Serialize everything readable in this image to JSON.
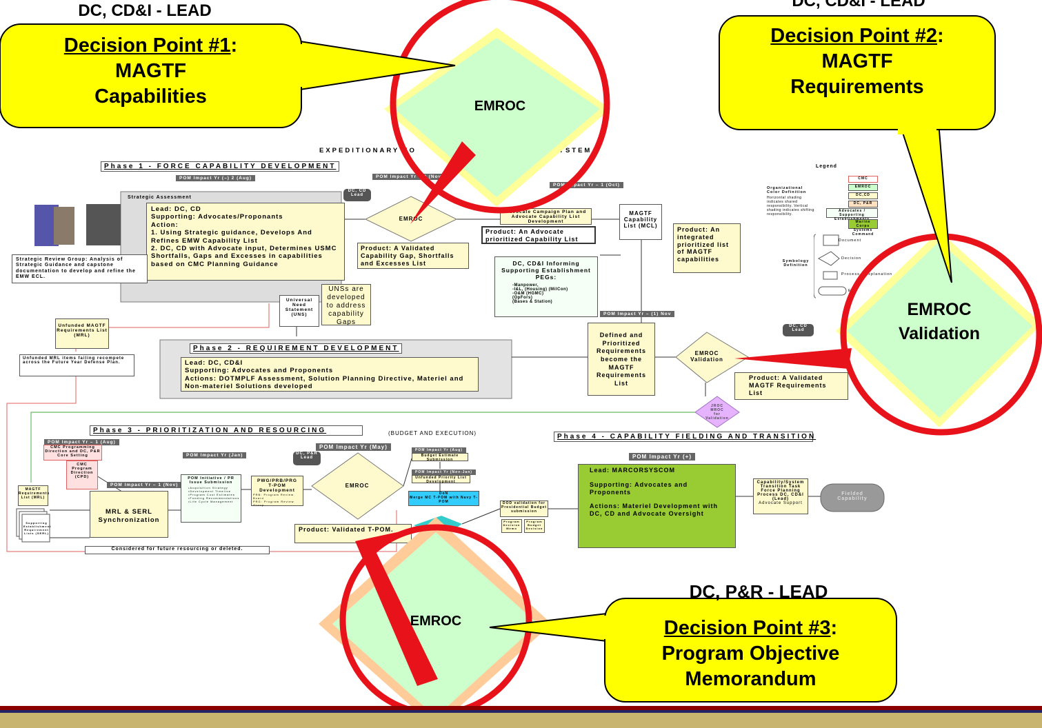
{
  "callouts": {
    "dp1": {
      "lead": "DC, CD&I - LEAD",
      "title": "Decision Point #1",
      "colon": ":",
      "line1": "MAGTF",
      "line2": "Capabilities"
    },
    "dp2": {
      "lead": "DC, CD&I - LEAD",
      "title": "Decision Point #2",
      "colon": ":",
      "line1": "MAGTF",
      "line2": "Requirements"
    },
    "dp3": {
      "lead": "DC, P&R - LEAD",
      "title": "Decision Point #3",
      "colon": ":",
      "line1": "Program Objective",
      "line2": "Memorandum"
    }
  },
  "big_diamonds": {
    "top": "EMROC",
    "right_l1": "EMROC",
    "right_l2": "Validation",
    "bottom": "EMROC"
  },
  "chart_title": "EXPEDITIONARY FO                                   SYSTEM",
  "phase1": {
    "title": "Phase 1 - FORCE CAPABILITY DEVELOPMENT",
    "pom_aug": "POM Impact Yr (–) 2 (Aug)",
    "pom_nov": "POM Impact Yr – 2 (Nov",
    "pom_oct": "POM Impact Yr – 1 (Oct)",
    "strategic_assessment": "Strategic Assessment",
    "lead_text": "Lead:  DC, CD\nSupporting:  Advocates/Proponants\nAction:\n1.  Using Strategic guidance, Develops And Refines EMW Capability List\n2.  DC, CD with Advocate input, Determines USMC Shortfalls, Gaps and Excesses in capabilities based on CMC Planning Guidance",
    "review_group": "Strategic Review Group: Analysis of Strategic Guidance and capstone documentation to develop and refine the EMW ECL.",
    "dc_cd_lead": "DC, CD\nLead",
    "emroc": "EMROC",
    "product_gap": "Product:  A Validated Capability Gap, Shortfalls and Excesses List",
    "advocate_campaign": "Advocate Campaign Plan and Advocate Capability List Development",
    "product_advocate": "Product:  An Advocate prioritized Capability List",
    "mcl": "MAGTF\nCapability\nList (MCL)",
    "product_integrated": "Product:  An integrated prioritized list of MAGTF capabilities",
    "informing_title": "DC, CD&I Informing Supporting Establishment PEGs:",
    "informing_list": "-Manpower,\n-I&L, (Housing) (MilCon)\n-O&M  (HGMC)\n(OpFors)\n(Bases & Station)",
    "uns": "Universal\nNeed\nStatement\n(UNS)",
    "uns_note": "UNSs are developed to address capability Gaps",
    "unfunded": "Unfunded MAGTF Requirements List (MRL)",
    "unfunded_note": "Unfunded MRL items failing recompete across the Future Year Defense Plan."
  },
  "phase2": {
    "title": "Phase 2 - REQUIREMENT DEVELOPMENT",
    "text": "Lead:  DC, CD&I\nSupporting:  Advocates and Proponents\nActions:  DOTMPLF Assessment, Solution Planning Directive, Materiel and Non-materiel Solutions developed",
    "pom_nov": "POM Impact Yr – (1) Nov",
    "defined": "Defined and Prioritized Requirements become the MAGTF Requirements List",
    "emroc_val": "EMROC\nValidation",
    "dc_cd_lead": "DC, CD\nLead",
    "product": "Product:  A Validated MAGTF Requirements List",
    "jroc": "JROC\nMROC\nfor\nValidation"
  },
  "phase3": {
    "title": "Phase 3 - PRIORITIZATION AND RESOURCING",
    "budget": "(BUDGET AND EXECUTION)",
    "pom_aug": "POM Impact Yr – 1 (Aug)",
    "pom_jan": "POM Impact Yr (Jan)",
    "pom_nov": "POM Impact Yr – 1 (Nov)",
    "pom_may": "POM Impact Yr (May)",
    "cmc_prog": "CMC Programming Direction and DC, P&R Core Setting",
    "cmc_direction": "CMC\nProgram\nDirection\n(CPD)",
    "magtf_req": "MAGTF Requirements List (MRL)",
    "serl": "Supporting Establishment Requirement Lists (SERL)",
    "mrl_serl": "MRL & SERL\nSynchronization",
    "pom_initiative": "POM Initiative / PR Issue Submission",
    "pom_init_list": "•Acquisition Strategy\n•Development Timeline\n•Program Cost Estimates\n•Funding Recommendations\n•Life Cycle Management",
    "pwg": "PWG/PRB/PRG\nT-POM\nDevelopment",
    "pwg_note": "PRB: Program Review Board\nPRG: Program Review Group",
    "dc_pr_lead": "DC, P&R\nLead",
    "emroc": "EMROC",
    "product_tpom": "Product:  Validated T-POM.",
    "considered": "Considered for future resourcing or deleted.",
    "budget_est_pom": "POM Impact Yr (Aug)",
    "budget_est": "Budget Estimate Submission",
    "unfunded_pom": "POM Impact Yr (Nov-Jan)",
    "unfunded_priority": "Unfunded Priority List Development",
    "don": "DoN\nMerge MC T-POM with Navy T-POM",
    "dod_validation": "DOD validation for Presidential Budget submission",
    "program_decision": "Program Decision Memo",
    "program_budget": "Program Budget Decision"
  },
  "phase4": {
    "title": "Phase 4 - CAPABILITY FIELDING AND TRANSITION",
    "pom": "POM Impact Yr (+)",
    "lead": "Lead:  MARCORSYSCOM",
    "supporting": "Supporting:  Advocates and Proponents",
    "actions": "Actions:  Materiel Development with DC, CD and Advocate Oversight",
    "transition": "Capability/System Transition Task Force Planning Process DC, CD&I (Lead)",
    "advocate_support": "Advocate Support",
    "fielded": "Fielded\nCapability"
  },
  "legend": {
    "title": "Legend",
    "org_title": "Organizational Color Definition",
    "org_text": "Horizontal shading indicates shared responsibility. Vertical shading indicates shifting responsibility.",
    "items": [
      "CMC",
      "EMROC",
      "DC,CD",
      "DC, P&R",
      "Advocates / Supporting Establishments",
      "Marine Corps Systems Command"
    ],
    "symb_title": "Symbology Definition",
    "symbols": [
      "Document",
      "Decision",
      "Process / Explanation",
      "End"
    ]
  },
  "colors": {
    "callout_fill": "#ffff00",
    "circle": "#e8121b",
    "diamond_fill": "#ccffcc",
    "diamond_outer_yellow": "#ffff99",
    "diamond_outer_peach": "#ffcc99",
    "phase4_green": "#99cc33",
    "jroc_purple": "#e6b3ff"
  }
}
